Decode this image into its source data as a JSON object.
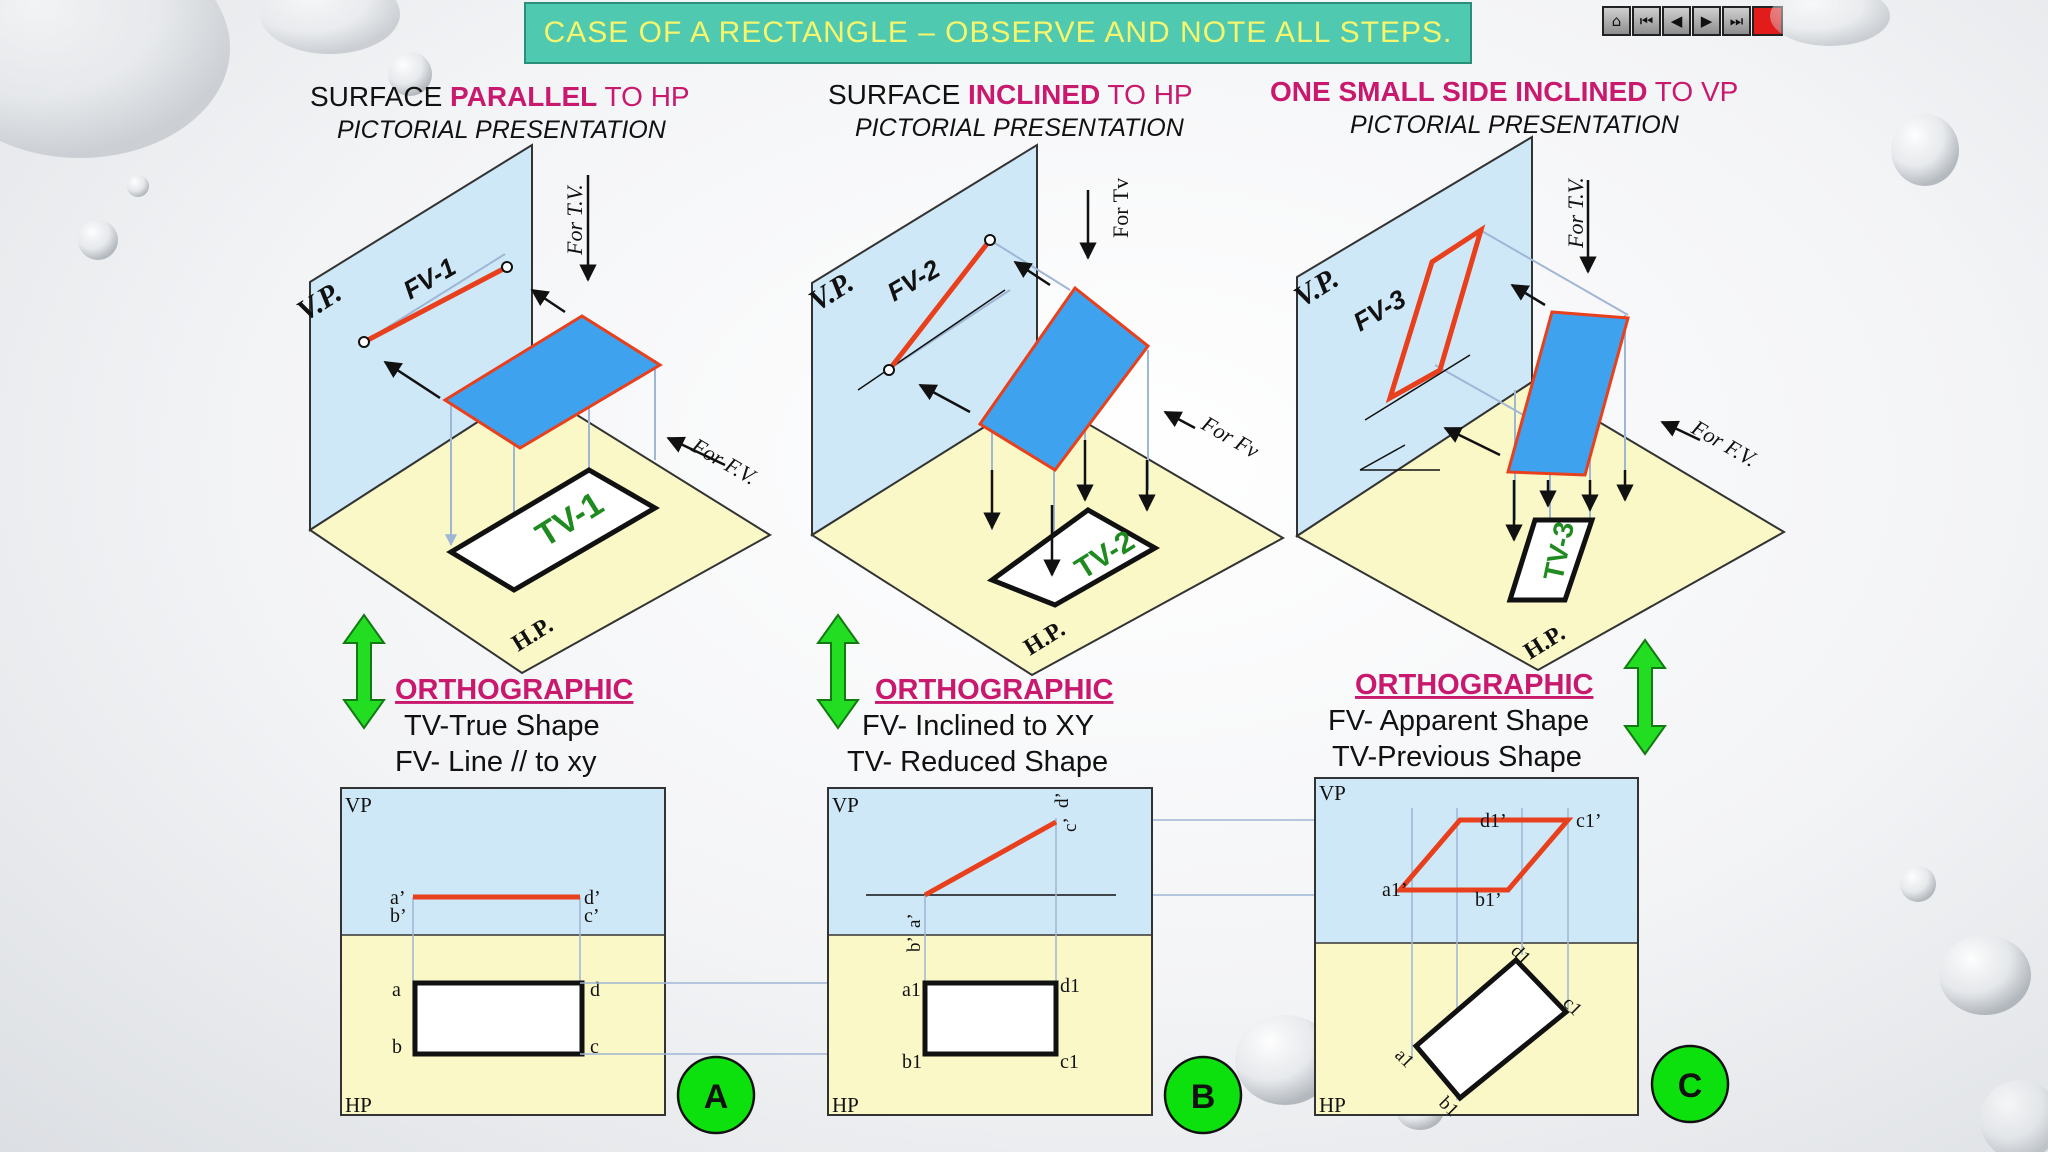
{
  "title": "CASE OF A RECTANGLE – OBSERVE AND NOTE ALL STEPS.",
  "nav": {
    "icons": [
      "home-icon",
      "first-slide-icon",
      "previous-slide-icon",
      "next-slide-icon",
      "last-slide-icon",
      "stop-icon"
    ],
    "glyphs": [
      "⌂",
      "⏮",
      "◀",
      "▶",
      "⏭",
      ""
    ]
  },
  "cases": [
    {
      "heading_pre": "SURFACE ",
      "heading_key": "PARALLEL",
      "heading_post": " TO HP",
      "subheading": "PICTORIAL PRESENTATION",
      "pictorial": {
        "vp": "V.P.",
        "hp": "H.P.",
        "fv": "FV-1",
        "tv": "TV-1",
        "for_tv": "For T.V.",
        "for_fv": "For F.V."
      },
      "ortho_label": "ORTHOGRAPHIC",
      "ortho_line1": "TV-True Shape",
      "ortho_line2": "FV- Line // to xy",
      "ortho_box": {
        "vp": "VP",
        "hp": "HP",
        "fv_left": [
          "a’",
          "b’"
        ],
        "fv_right": [
          "d’",
          "c’"
        ],
        "tv": [
          "a",
          "b",
          "d",
          "c"
        ]
      },
      "badge": "A"
    },
    {
      "heading_pre": "SURFACE ",
      "heading_key": "INCLINED",
      "heading_post": " TO HP",
      "subheading": "PICTORIAL PRESENTATION",
      "pictorial": {
        "vp": "V.P.",
        "hp": "H.P.",
        "fv": "FV-2",
        "tv": "TV-2",
        "for_tv": "For Tv",
        "for_fv": "For Fv"
      },
      "ortho_label": "ORTHOGRAPHIC",
      "ortho_line1": "FV- Inclined to XY",
      "ortho_line2": "TV- Reduced Shape",
      "ortho_box": {
        "vp": "VP",
        "hp": "HP",
        "fv_low": [
          "a’",
          "b’"
        ],
        "fv_high": [
          "d’",
          "c’"
        ],
        "tv": [
          "a1",
          "b1",
          "d1",
          "c1"
        ]
      },
      "badge": "B"
    },
    {
      "heading_pre": "",
      "heading_key": "ONE SMALL SIDE INCLINED",
      "heading_post": " TO VP",
      "subheading": "PICTORIAL PRESENTATION",
      "pictorial": {
        "vp": "V.P.",
        "hp": "H.P.",
        "fv": "FV-3",
        "tv": "TV-3",
        "for_tv": "For T.V.",
        "for_fv": "For F.V."
      },
      "ortho_label": "ORTHOGRAPHIC",
      "ortho_line1": "FV- Apparent Shape",
      "ortho_line2": "TV-Previous Shape",
      "ortho_box": {
        "vp": "VP",
        "hp": "HP",
        "fv": [
          "d1’",
          "c1’",
          "a1’",
          "b1’"
        ],
        "tv": [
          "d1",
          "c1",
          "a1",
          "b1"
        ]
      },
      "badge": "C"
    }
  ],
  "colors": {
    "title_bg": "#4fc9b0",
    "title_text": "#f6f56e",
    "accent_magenta": "#c8196e",
    "vp_plane": "#cfe8f7",
    "hp_plane": "#fbf8c8",
    "surface_blue": "#3fa2ee",
    "edge_red": "#e8401d",
    "tv_green": "#1f8a1f",
    "arrow_green": "#22dd22",
    "badge_green": "#0de10d"
  }
}
